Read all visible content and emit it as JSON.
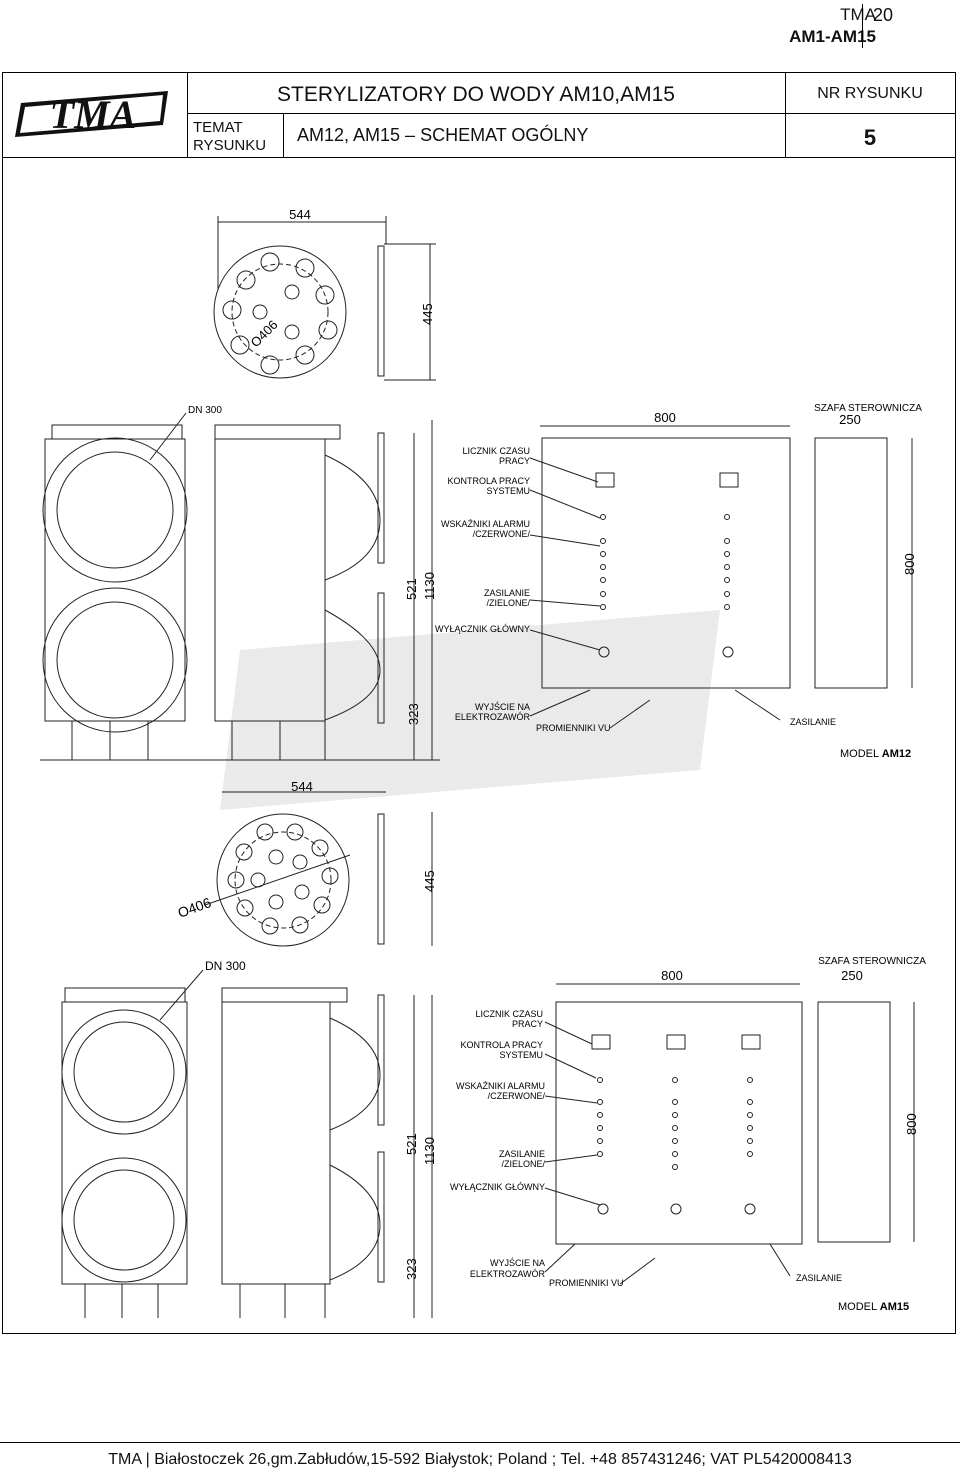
{
  "header": {
    "company": "TMA",
    "model_range": "AM1-AM15",
    "page": "20"
  },
  "title_block": {
    "title": "STERYLIZATORY DO WODY AM10,AM15",
    "temat_label_1": "TEMAT",
    "temat_label_2": "RYSUNKU",
    "subject": "AM12, AM15 – SCHEMAT OGÓLNY",
    "nr_label": "NR RYSUNKU",
    "nr_value": "5"
  },
  "logo_text": "TMA",
  "drawing_am12": {
    "dim_544": "544",
    "dim_445": "445",
    "dim_o406": "O406",
    "dn300": "DN 300",
    "dim_800_top": "800",
    "cabinet": "SZAFA STEROWNICZA",
    "dim_250": "250",
    "dim_800_side": "800",
    "dim_521": "521",
    "dim_1130": "1130",
    "dim_323": "323",
    "licznik_1": "LICZNIK CZASU",
    "licznik_2": "PRACY",
    "kontrola_1": "KONTROLA PRACY",
    "kontrola_2": "SYSTEMU",
    "alarm_1": "WSKAŹNIKI ALARMU",
    "alarm_2": "/CZERWONE/",
    "zasilanie_1": "ZASILANIE",
    "zasilanie_2": "/ZIELONE/",
    "wylacznik": "WYŁĄCZNIK GŁÓWNY",
    "wyjscie_1": "WYJŚCIE NA",
    "wyjscie_2": "ELEKTROZAWÓR",
    "promienniki": "PROMIENNIKI VU",
    "zasilanie_bottom": "ZASILANIE",
    "model_label": "MODEL ",
    "model_name": "AM12"
  },
  "drawing_am15": {
    "dim_544": "544",
    "dim_445": "445",
    "dim_o406": "O406",
    "dn300": "DN 300",
    "dim_800_top": "800",
    "cabinet": "SZAFA STEROWNICZA",
    "dim_250": "250",
    "dim_800_side": "800",
    "dim_521": "521",
    "dim_1130": "1130",
    "dim_323": "323",
    "licznik_1": "LICZNIK CZASU",
    "licznik_2": "PRACY",
    "kontrola_1": "KONTROLA PRACY",
    "kontrola_2": "SYSTEMU",
    "alarm_1": "WSKAŹNIKI ALARMU",
    "alarm_2": "/CZERWONE/",
    "zasilanie_1": "ZASILANIE",
    "zasilanie_2": "/ZIELONE/",
    "wylacznik": "WYŁĄCZNIK GŁÓWNY",
    "wyjscie_1": "WYJŚCIE NA",
    "wyjscie_2": "ELEKTROZAWÓR",
    "promienniki": "PROMIENNIKI VU",
    "zasilanie_bottom": "ZASILANIE",
    "model_label": "MODEL ",
    "model_name": "AM15"
  },
  "footer": {
    "company": "TMA",
    "address": "Białostoczek 26,gm.Zabłudów,15-592 Białystok; Poland ; Tel. +48 857431246; VAT  PL5420008413"
  }
}
